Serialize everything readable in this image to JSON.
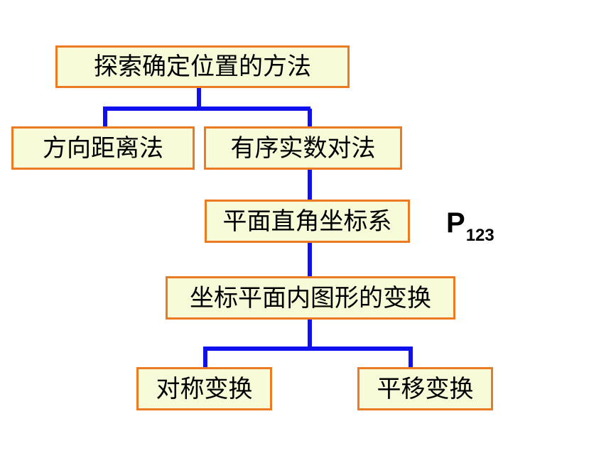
{
  "nodes": {
    "root": "探索确定位置的方法",
    "direction_distance": "方向距离法",
    "ordered_pairs": "有序实数对法",
    "coordinate_system": "平面直角坐标系",
    "transformations": "坐标平面内图形的变换",
    "symmetry": "对称变换",
    "translation": "平移变换"
  },
  "page_ref": {
    "letter": "P",
    "number": "123"
  },
  "colors": {
    "box_fill": "#f7fbd8",
    "box_border": "#ec7a22",
    "connector": "#1010ee"
  }
}
